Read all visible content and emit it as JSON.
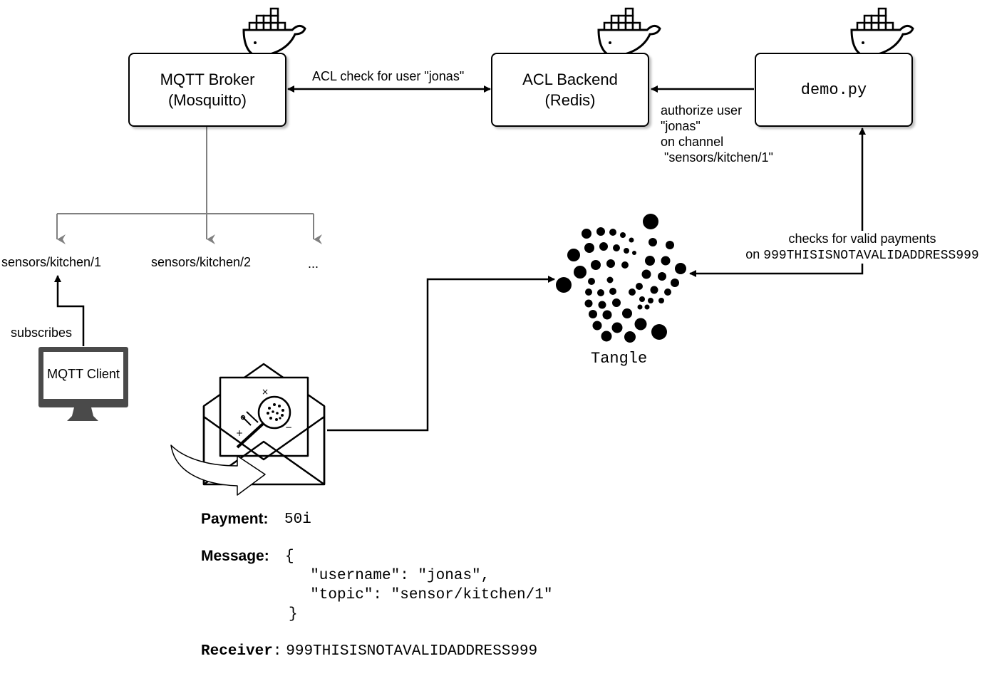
{
  "nodes": {
    "mqtt_broker": {
      "line1": "MQTT Broker",
      "line2": "(Mosquitto)"
    },
    "acl_backend": {
      "line1": "ACL Backend",
      "line2": "(Redis)"
    },
    "demo_py": {
      "label": "demo.py"
    },
    "tangle": {
      "label": "Tangle"
    },
    "mqtt_client": {
      "label": "MQTT Client"
    }
  },
  "edges": {
    "acl_check": "ACL check for user \"jonas\"",
    "authorize": [
      "authorize user",
      "\"jonas\"",
      "on channel",
      " \"sensors/kitchen/1\""
    ],
    "checks_payments": {
      "line1": "checks for valid payments",
      "line2_prefix": "on ",
      "line2_address": "999THISISNOTAVALIDADDRESS999"
    },
    "subscribes": "subscribes"
  },
  "topics": [
    "sensors/kitchen/1",
    "sensors/kitchen/2",
    "..."
  ],
  "transaction": {
    "payment_label": "Payment:",
    "payment_value": "50i",
    "message_label": "Message:",
    "message_lines": [
      "{",
      "  \"username\": \"jonas\",",
      "  \"topic\": \"sensor/kitchen/1\"",
      "}"
    ],
    "receiver_label": "Receiver",
    "receiver_colon": ":",
    "receiver_value": "999THISISNOTAVALIDADDRESS999"
  },
  "icons": [
    "docker-icon",
    "iota-logo-icon",
    "monitor-icon",
    "envelope-icon"
  ]
}
